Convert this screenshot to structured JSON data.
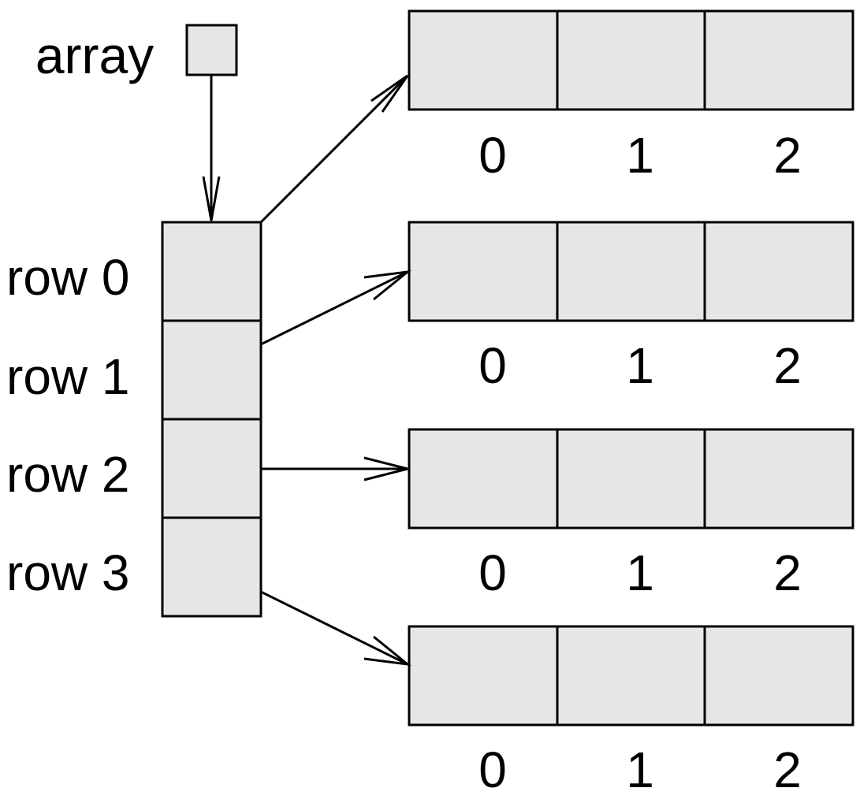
{
  "array_label": "array",
  "row_labels": [
    "row 0",
    "row 1",
    "row 2",
    "row 3"
  ],
  "column_indices": [
    "0",
    "1",
    "2"
  ],
  "colors": {
    "cell_fill": "#e6e6e6",
    "stroke": "#000000",
    "background": "#ffffff"
  }
}
